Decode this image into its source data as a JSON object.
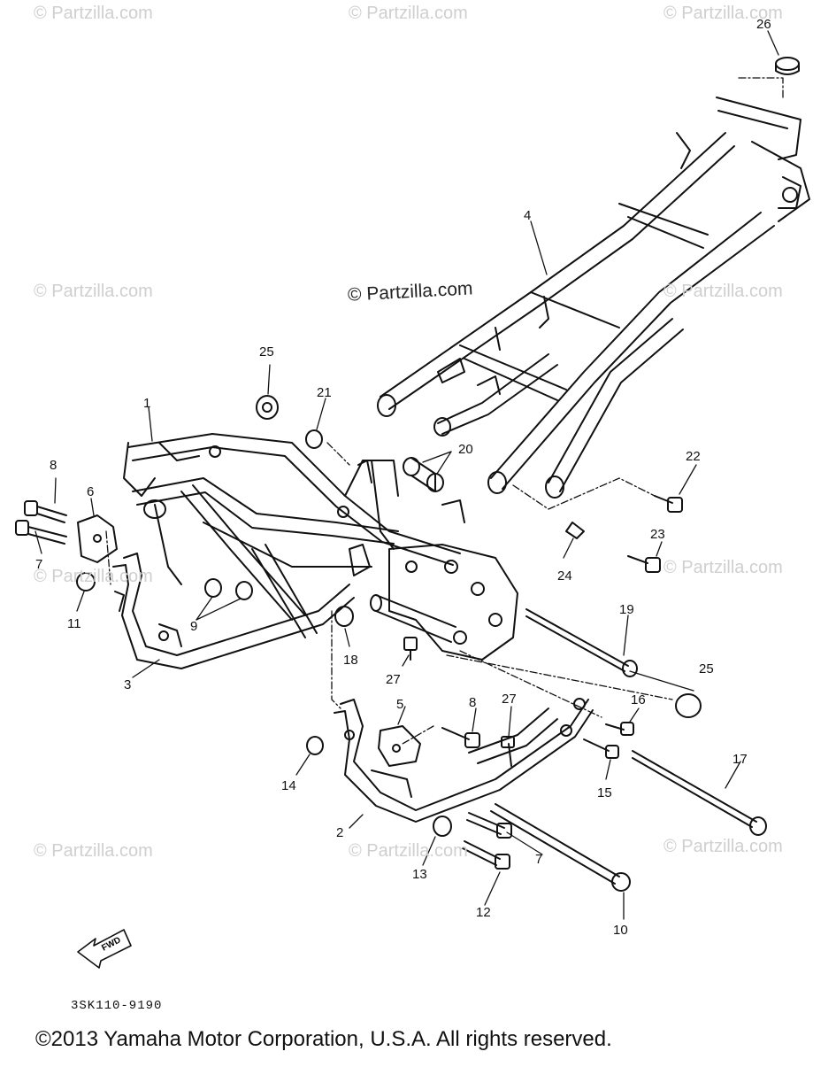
{
  "watermarks": [
    "© Partzilla.com",
    "© Partzilla.com",
    "© Partzilla.com",
    "© Partzilla.com",
    "© Partzilla.com",
    "© Partzilla.com",
    "© Partzilla.com",
    "© Partzilla.com",
    "© Partzilla.com",
    "© Partzilla.com"
  ],
  "main_watermark": "© Partzilla.com",
  "callouts": [
    "1",
    "2",
    "3",
    "4",
    "5",
    "6",
    "7",
    "7",
    "8",
    "8",
    "9",
    "10",
    "11",
    "12",
    "13",
    "14",
    "15",
    "16",
    "17",
    "18",
    "19",
    "20",
    "21",
    "22",
    "23",
    "24",
    "25",
    "25",
    "26",
    "27",
    "27"
  ],
  "fwd_label": "FWD",
  "diagram_code": "3SK110-9190",
  "copyright": "©2013 Yamaha Motor Corporation, U.S.A. All rights reserved."
}
